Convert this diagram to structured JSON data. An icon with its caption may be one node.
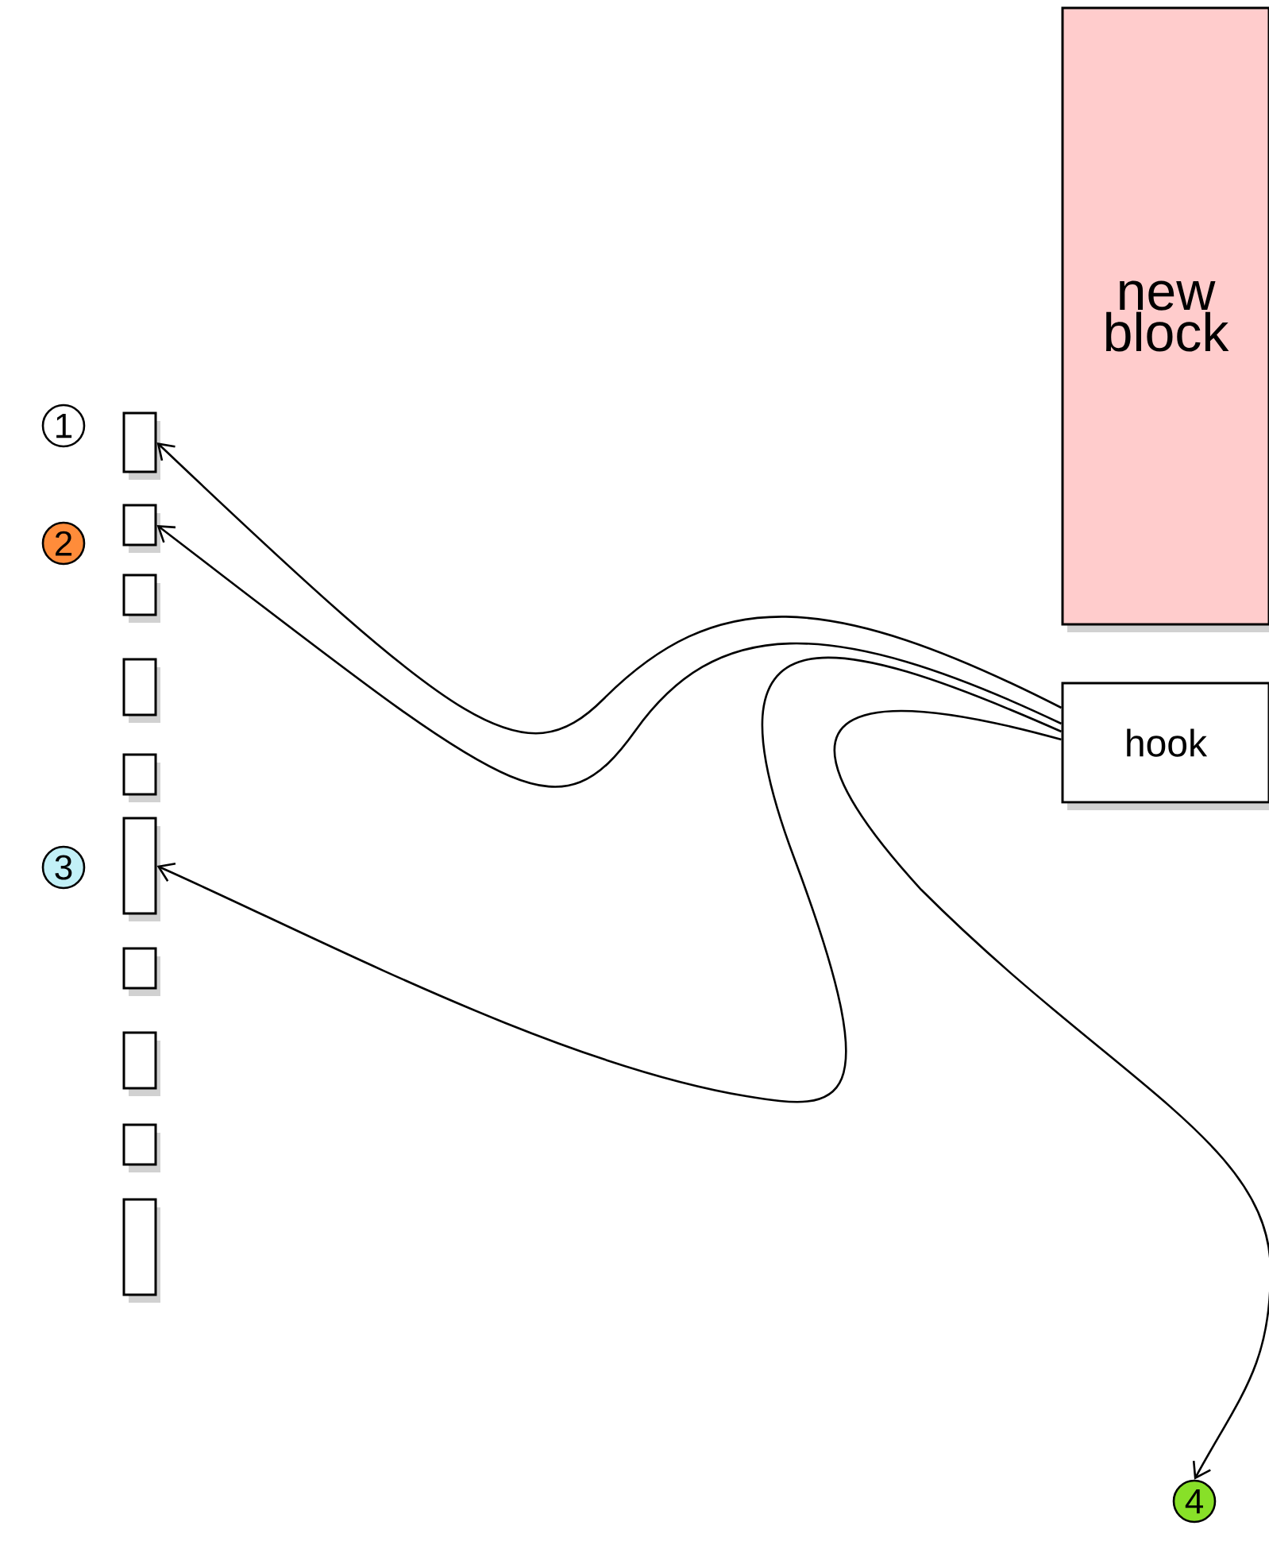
{
  "diagram": {
    "nodes": [
      {
        "text": [
          "new block"
        ]
      },
      {
        "text": [
          "hook"
        ]
      },
      {
        "text": [
          "1"
        ]
      },
      {
        "text": [
          "2"
        ]
      },
      {
        "text": [
          "3"
        ]
      },
      {
        "text": [
          "4"
        ]
      },
      {
        "text": [],
        "shape": "box"
      },
      {
        "text": [],
        "shape": "box"
      },
      {
        "text": [],
        "shape": "box"
      },
      {
        "text": [],
        "shape": "box"
      },
      {
        "text": [],
        "shape": "box"
      },
      {
        "text": [],
        "shape": "box"
      },
      {
        "text": [],
        "shape": "box"
      },
      {
        "text": [],
        "shape": "box"
      },
      {
        "text": [],
        "shape": "box"
      },
      {
        "text": [],
        "shape": "box"
      }
    ],
    "edges": [
      {
        "from": 1,
        "to": 6,
        "arrow": "to"
      },
      {
        "from": 1,
        "to": 7,
        "arrow": "to"
      },
      {
        "from": 1,
        "to": 11,
        "arrow": "to"
      },
      {
        "from": 1,
        "to": 5,
        "arrow": "to"
      }
    ]
  }
}
